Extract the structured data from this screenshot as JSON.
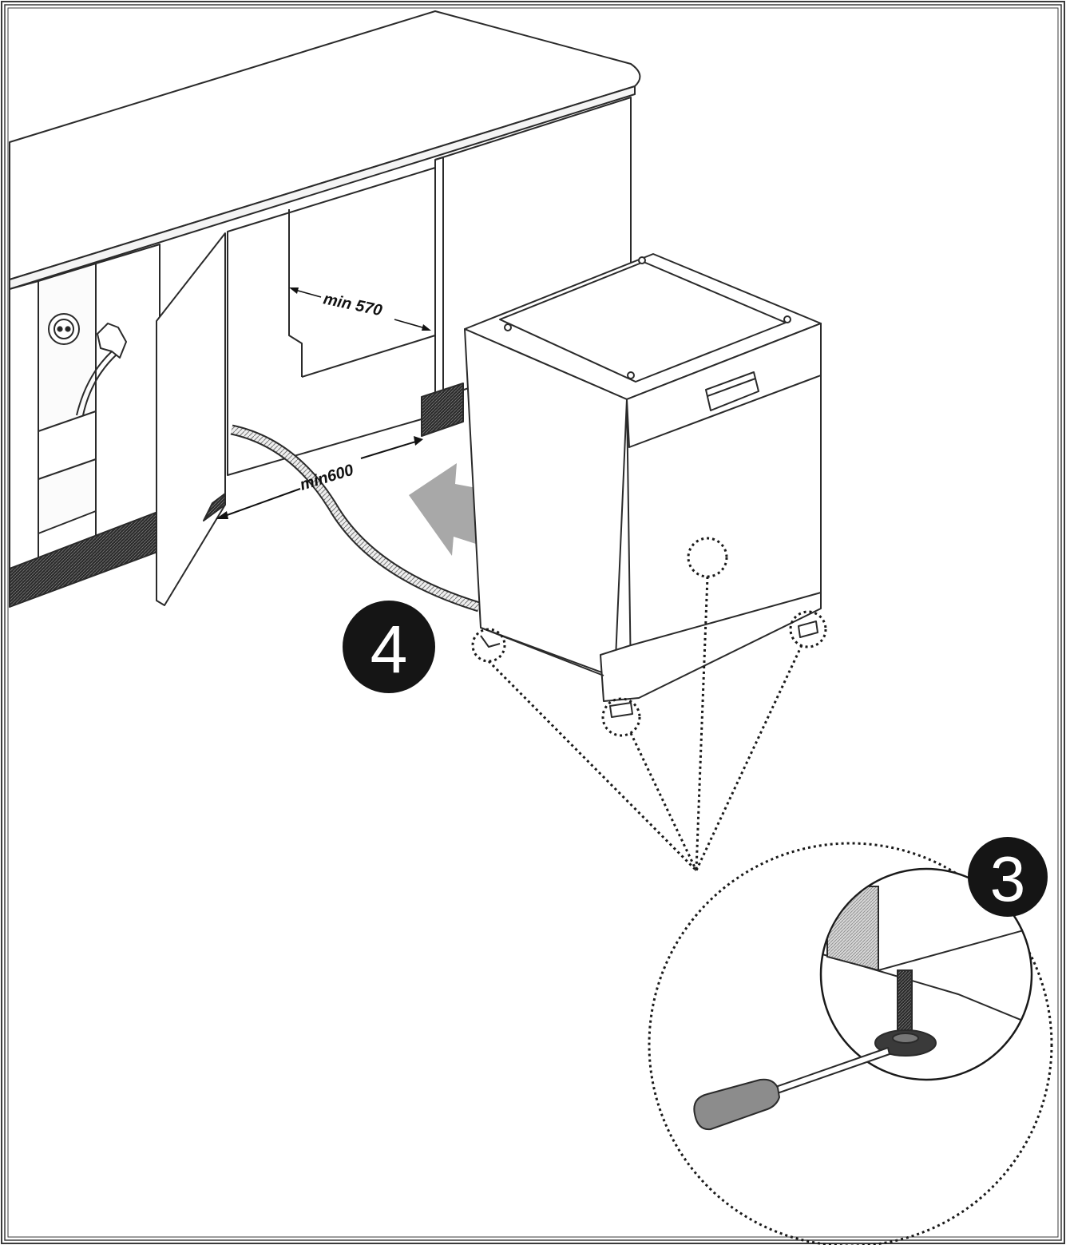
{
  "labels": {
    "min_570": "min 570",
    "min_600": "min600"
  },
  "steps": {
    "step_4": "4",
    "step_3": "3"
  },
  "colors": {
    "line": "#2a2a2a",
    "hatch": "#2b2b2b",
    "arrow": "#a8a8a8",
    "badge": "#151515",
    "screwdriver": "#8c8c8c"
  }
}
